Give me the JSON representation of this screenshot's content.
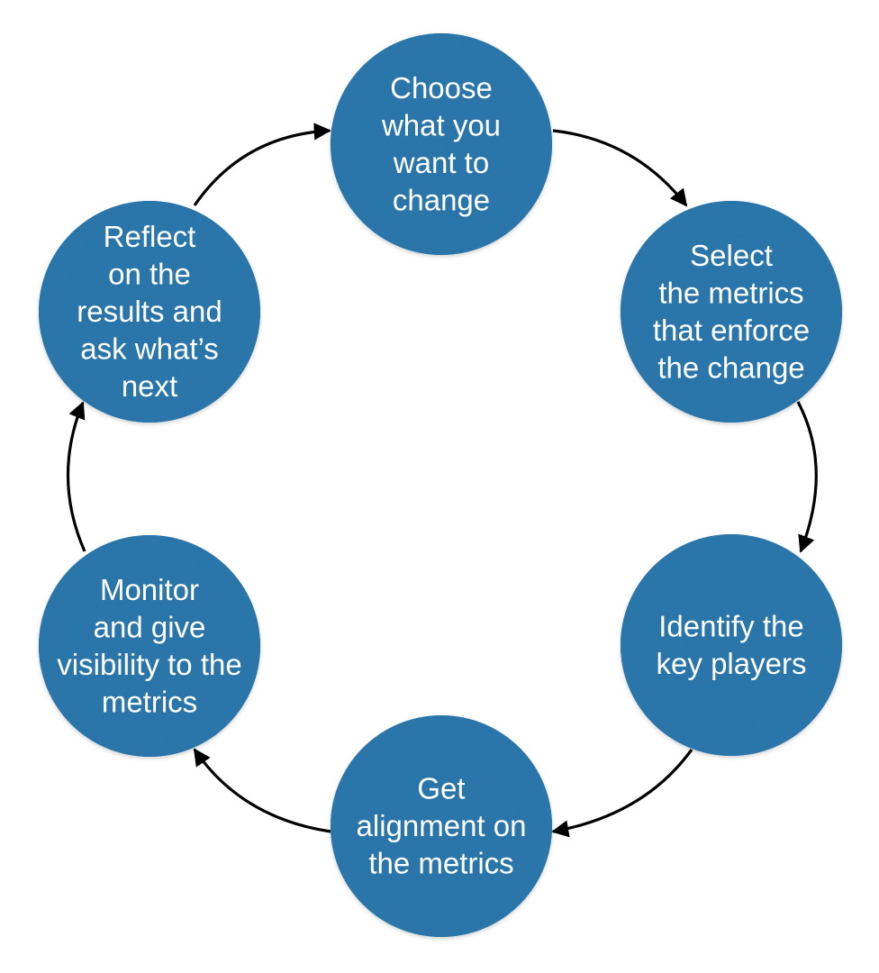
{
  "diagram": {
    "colors": {
      "node_fill": "#2f78ad",
      "node_text": "#ffffff",
      "arrow": "#000000"
    },
    "nodes": [
      {
        "id": "choose",
        "lines": [
          "Choose",
          "what you",
          "want to",
          "change"
        ]
      },
      {
        "id": "select",
        "lines": [
          "Select",
          "the metrics",
          "that enforce",
          "the change"
        ]
      },
      {
        "id": "identify",
        "lines": [
          "Identify the",
          "key players"
        ]
      },
      {
        "id": "align",
        "lines": [
          "Get",
          "alignment on",
          "the metrics"
        ]
      },
      {
        "id": "monitor",
        "lines": [
          "Monitor",
          "and give",
          "visibility to the",
          "metrics"
        ]
      },
      {
        "id": "reflect",
        "lines": [
          "Reflect",
          "on the",
          "results and",
          "ask what’s",
          "next"
        ]
      }
    ],
    "edges": [
      {
        "from": "choose",
        "to": "select"
      },
      {
        "from": "select",
        "to": "identify"
      },
      {
        "from": "identify",
        "to": "align"
      },
      {
        "from": "align",
        "to": "monitor"
      },
      {
        "from": "monitor",
        "to": "reflect"
      },
      {
        "from": "reflect",
        "to": "choose"
      }
    ]
  }
}
